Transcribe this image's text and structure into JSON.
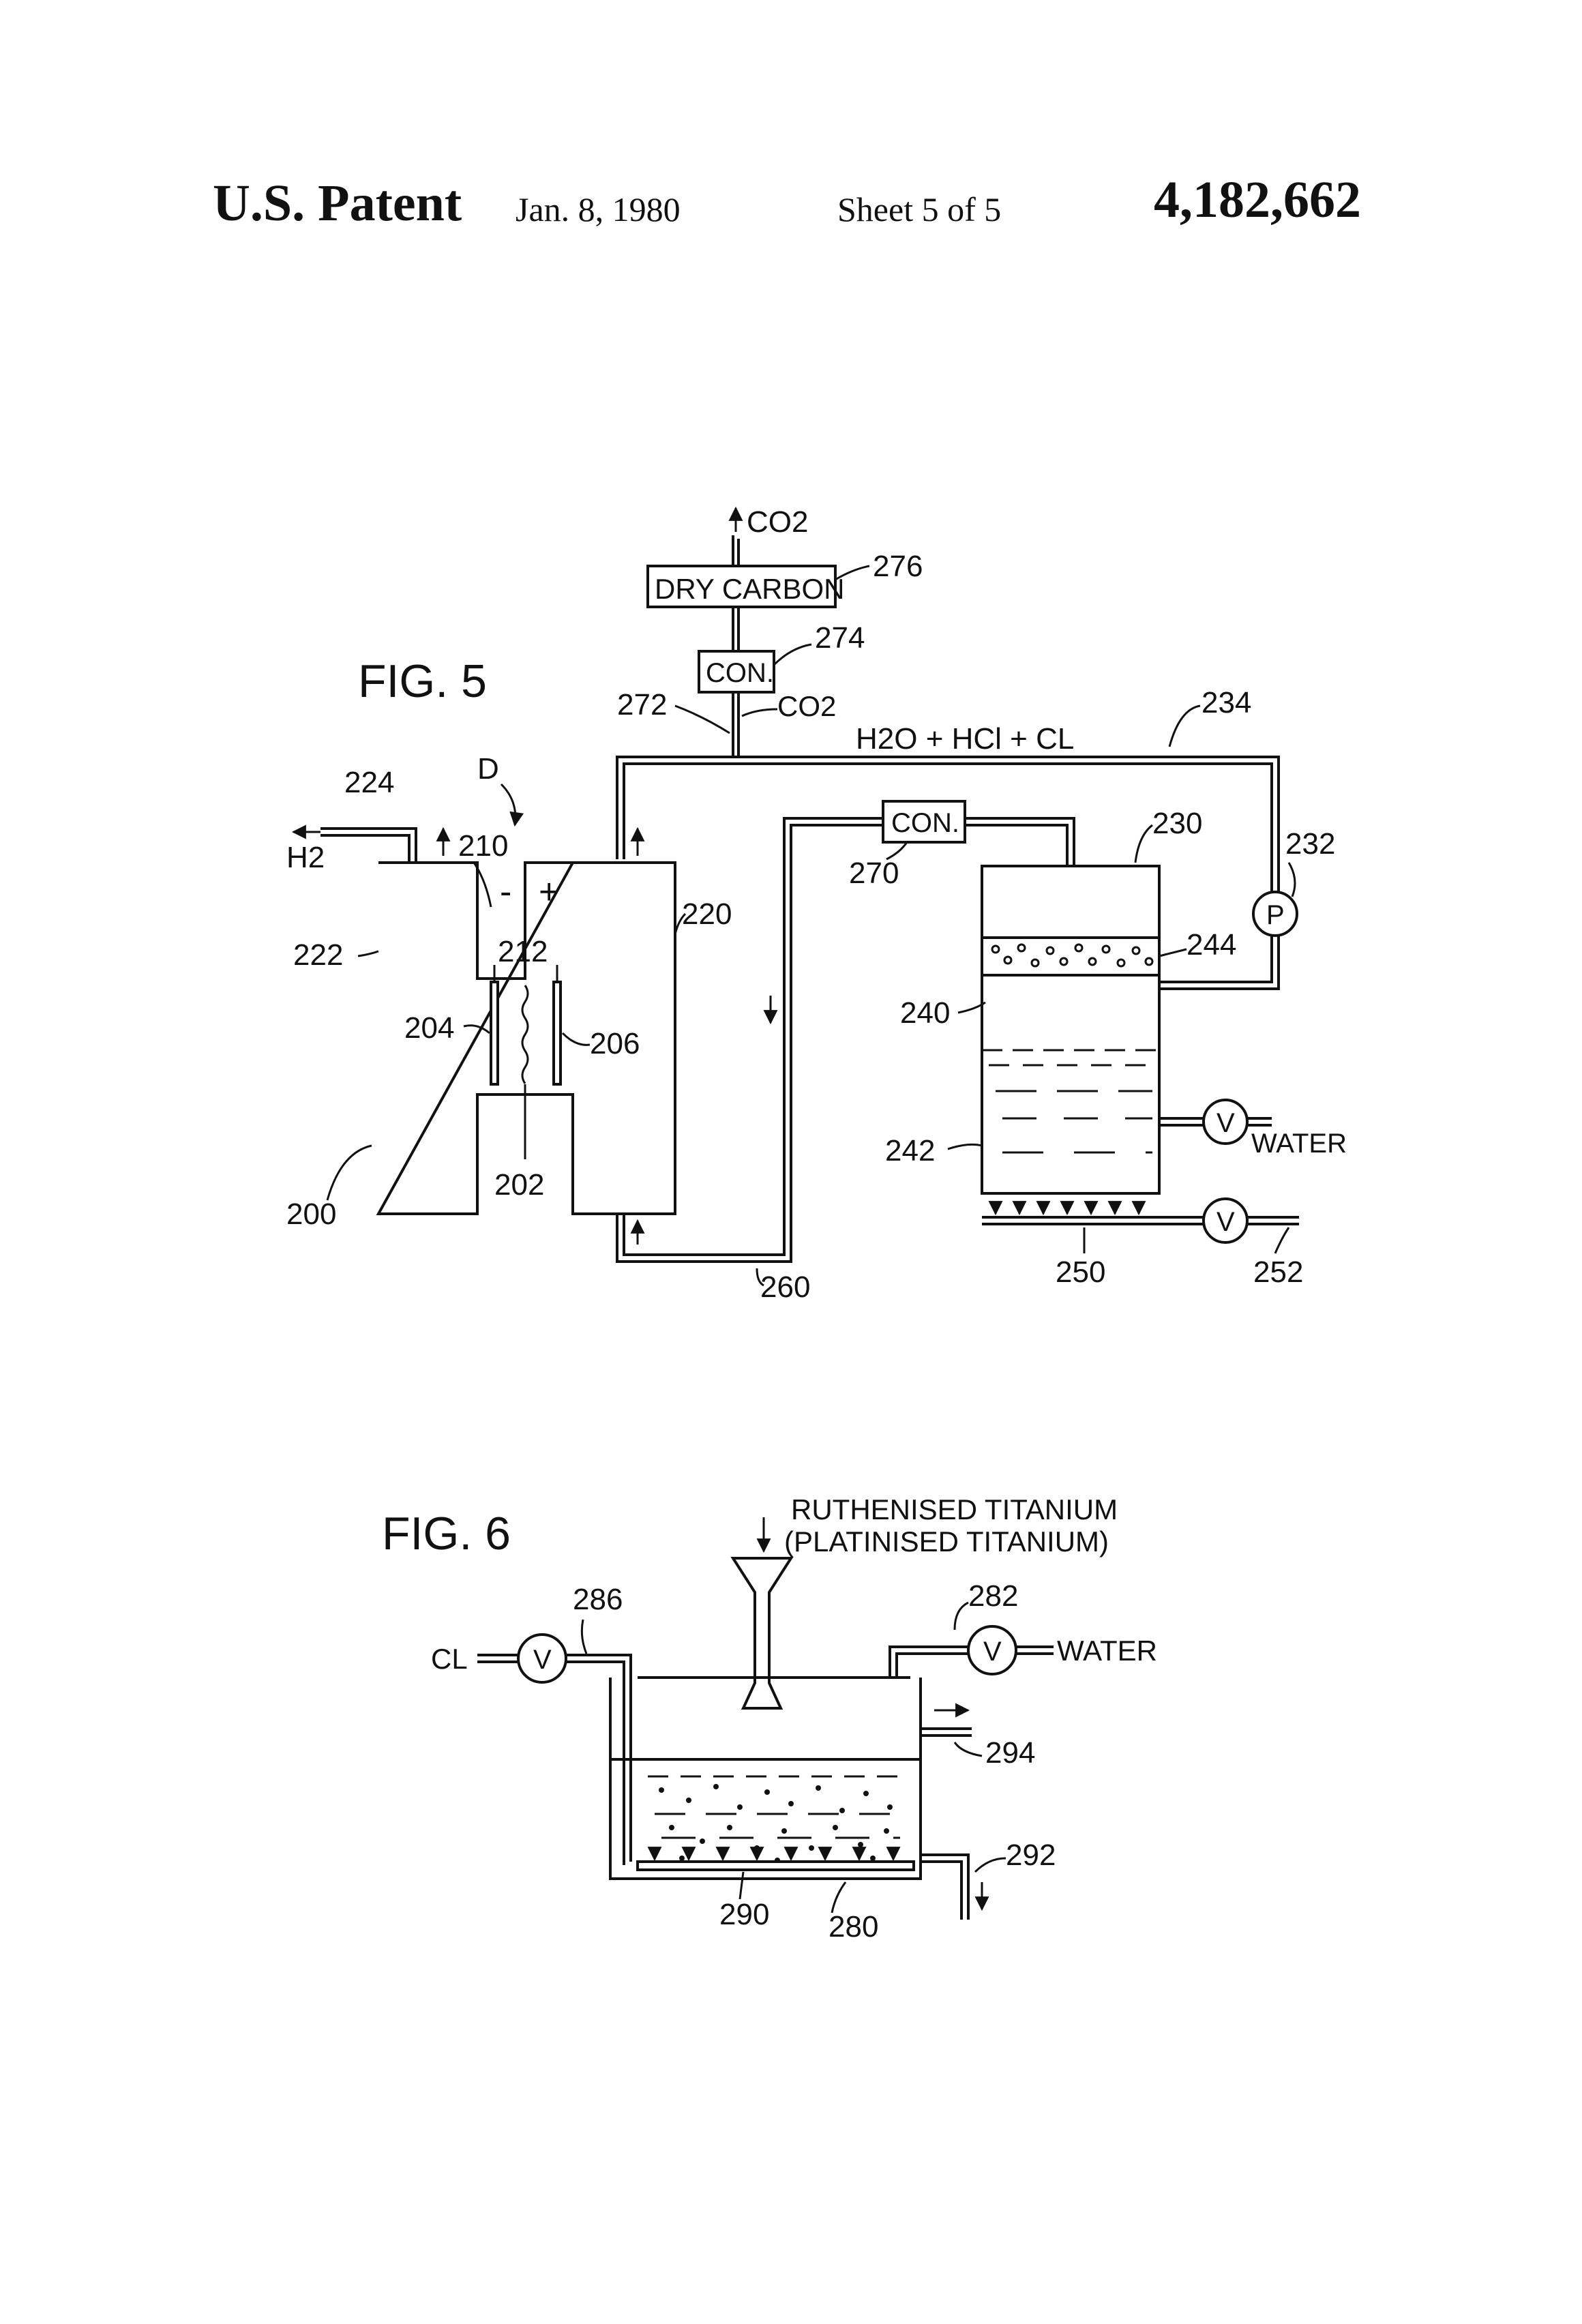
{
  "header": {
    "patent": "U.S. Patent",
    "date": "Jan. 8, 1980",
    "sheet": "Sheet 5 of 5",
    "number": "4,182,662"
  },
  "fig5": {
    "title": "FIG. 5",
    "dry_carbon": "DRY CARBON",
    "con_top": "CON.",
    "con_mid": "CON.",
    "co2_top": "CO2",
    "co2_side": "CO2",
    "gas_line": "H2O + HCl + CL",
    "h2": "H2",
    "water": "WATER",
    "minus": "-",
    "plus": "+",
    "d": "D",
    "pump": "P",
    "valve_water": "V",
    "valve_drain": "V",
    "refs": {
      "r200": "200",
      "r202": "202",
      "r204": "204",
      "r206": "206",
      "r210": "210",
      "r212": "212",
      "r220": "220",
      "r222": "222",
      "r224": "224",
      "r230": "230",
      "r232": "232",
      "r234": "234",
      "r240": "240",
      "r242": "242",
      "r244": "244",
      "r250": "250",
      "r252": "252",
      "r260": "260",
      "r270": "270",
      "r272": "272",
      "r274": "274",
      "r276": "276"
    }
  },
  "fig6": {
    "title": "FIG. 6",
    "material_line1": "RUTHENISED TITANIUM",
    "material_line2": "(PLATINISED TITANIUM)",
    "cl": "CL",
    "water": "WATER",
    "valve_left": "V",
    "valve_right": "V",
    "refs": {
      "r280": "280",
      "r282": "282",
      "r286": "286",
      "r290": "290",
      "r292": "292",
      "r294": "294"
    }
  }
}
